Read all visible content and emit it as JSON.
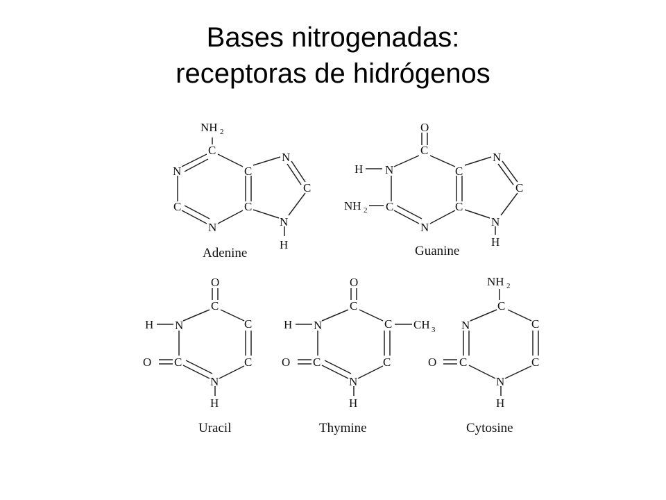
{
  "slide": {
    "title_line1": "Bases nitrogenadas:",
    "title_line2": "receptoras de hidrógenos"
  },
  "molecules": {
    "adenine": {
      "name": "Adenine"
    },
    "guanine": {
      "name": "Guanine"
    },
    "uracil": {
      "name": "Uracil"
    },
    "thymine": {
      "name": "Thymine"
    },
    "cytosine": {
      "name": "Cytosine"
    }
  },
  "atoms": {
    "C": "C",
    "N": "N",
    "O": "O",
    "H": "H",
    "NH": "NH",
    "CH": "CH",
    "sub2": "2",
    "sub3": "3"
  }
}
